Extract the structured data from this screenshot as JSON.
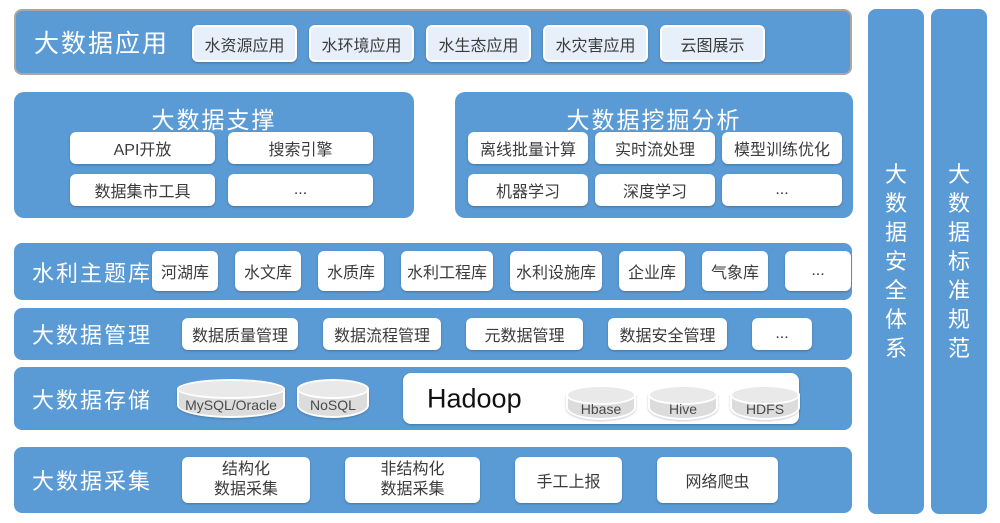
{
  "colors": {
    "layer_blue": "#5b9bd5",
    "row1_border_gray": "#aba69f",
    "light_chip_fill": "#e7f0fa",
    "chip_text": "#3b3b3b",
    "cylinder_fill": "#dcdcdc"
  },
  "layers": {
    "applications": {
      "title": "大数据应用",
      "items": [
        "水资源应用",
        "水环境应用",
        "水生态应用",
        "水灾害应用",
        "云图展示"
      ]
    },
    "support": {
      "title": "大数据支撑",
      "items": [
        "API开放",
        "搜索引擎",
        "数据集市工具",
        "..."
      ]
    },
    "mining": {
      "title": "大数据挖掘分析",
      "items": [
        "离线批量计算",
        "实时流处理",
        "模型训练优化",
        "机器学习",
        "深度学习",
        "..."
      ]
    },
    "theme_db": {
      "title": "水利主题库",
      "items": [
        "河湖库",
        "水文库",
        "水质库",
        "水利工程库",
        "水利设施库",
        "企业库",
        "气象库",
        "..."
      ]
    },
    "management": {
      "title": "大数据管理",
      "items": [
        "数据质量管理",
        "数据流程管理",
        "元数据管理",
        "数据安全管理",
        "..."
      ]
    },
    "storage": {
      "title": "大数据存储",
      "databases": [
        "MySQL/Oracle",
        "NoSQL"
      ],
      "hadoop_label": "Hadoop",
      "hadoop_components": [
        "Hbase",
        "Hive",
        "HDFS"
      ]
    },
    "collection": {
      "title": "大数据采集",
      "items": [
        "结构化\n数据采集",
        "非结构化\n数据采集",
        "手工上报",
        "网络爬虫"
      ]
    }
  },
  "sidebars": {
    "security": "大数据安全体系",
    "standards": "大数据标准规范"
  }
}
